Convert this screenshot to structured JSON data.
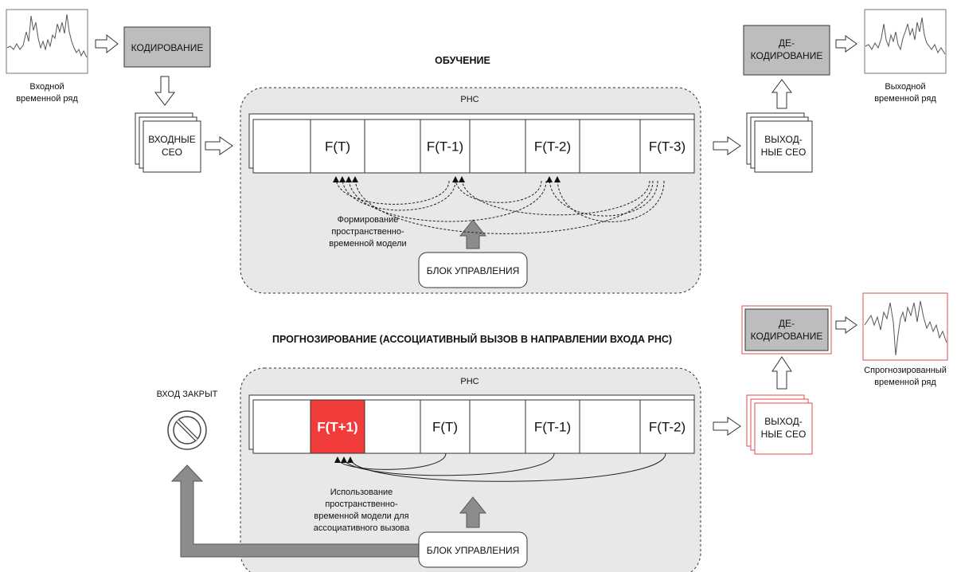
{
  "colors": {
    "panel_fill": "#e8e8e8",
    "box_gray": "#bdbdbd",
    "stroke": "#333333",
    "highlight_red": "#f23b3b",
    "red_outline": "#e54b4b",
    "arrow_gray": "#8c8c8c",
    "signal_line": "#555555"
  },
  "icons": {
    "input_signal": "time-series-plot-icon",
    "output_signal": "time-series-plot-icon",
    "forecast_signal": "time-series-plot-icon",
    "closed_input": "prohibited-sign-icon"
  },
  "training": {
    "title": "ОБУЧЕНИЕ",
    "input_series_label": [
      "Входной",
      "временной ряд"
    ],
    "encoding_label": "КОДИРОВАНИЕ",
    "input_seo_label": [
      "ВХОДНЫЕ",
      "СЕО"
    ],
    "panel_label": "РНС",
    "cells": [
      "",
      "F(T)",
      "",
      "F(T-1)",
      "",
      "F(T-2)",
      "",
      "F(T-3)"
    ],
    "model_label": [
      "Формирование",
      "пространственно-",
      "временной модели"
    ],
    "control_block_label": "БЛОК УПРАВЛЕНИЯ",
    "output_seo_label": [
      "ВЫХОД-",
      "НЫЕ СЕО"
    ],
    "decoding_label": [
      "ДЕ-",
      "КОДИРОВАНИЕ"
    ],
    "output_series_label": [
      "Выходной",
      "временной ряд"
    ]
  },
  "forecasting": {
    "title": "ПРОГНОЗИРОВАНИЕ (АССОЦИАТИВНЫЙ ВЫЗОВ В НАПРАВЛЕНИИ ВХОДА РНС)",
    "input_closed_label": "ВХОД ЗАКРЫТ",
    "panel_label": "РНС",
    "cells": [
      "",
      "F(T+1)",
      "",
      "F(T)",
      "",
      "F(T-1)",
      "",
      "F(T-2)"
    ],
    "highlighted_cell_index": 1,
    "model_label": [
      "Использование",
      "пространственно-",
      "временной модели для",
      "ассоциативного вызова"
    ],
    "control_block_label": "БЛОК УПРАВЛЕНИЯ",
    "output_seo_label": [
      "ВЫХОД-",
      "НЫЕ СЕО"
    ],
    "decoding_label": [
      "ДЕ-",
      "КОДИРОВАНИЕ"
    ],
    "forecast_series_label": [
      "Спрогнозированный",
      "временной ряд"
    ]
  }
}
